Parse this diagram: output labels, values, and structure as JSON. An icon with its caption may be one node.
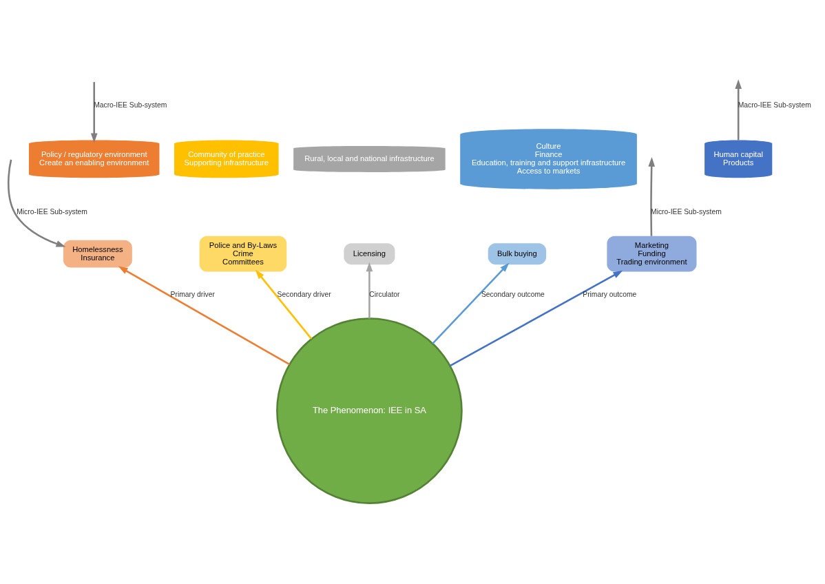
{
  "diagram": {
    "nodes": [
      {
        "text": [
          "The Phenomenon: IEE in SA"
        ]
      },
      {
        "text": [
          "Homelessness",
          "Insurance"
        ]
      },
      {
        "text": [
          "Police and By-Laws",
          "Crime",
          "Committees"
        ]
      },
      {
        "text": [
          "Licensing"
        ]
      },
      {
        "text": [
          "Bulk buying"
        ]
      },
      {
        "text": [
          "Marketing",
          "Funding",
          "Trading environment"
        ]
      },
      {
        "text": [
          "Policy / regulatory environment",
          "Create an enabling environment"
        ]
      },
      {
        "text": [
          "Community of practice",
          "Supporting infrastructure"
        ]
      },
      {
        "text": [
          "Rural, local and national infrastructure"
        ]
      },
      {
        "text": [
          "Culture",
          "Finance",
          "Education, training and support infrastructure",
          "Access to markets"
        ]
      },
      {
        "text": [
          "Human capital",
          "Products"
        ]
      }
    ],
    "edges": [
      {
        "from": 0,
        "to": 1,
        "arrow": "to",
        "label": "Primary driver",
        "color": "#ed7d31"
      },
      {
        "from": 0,
        "to": 2,
        "arrow": "to",
        "label": "Secondary driver",
        "color": "#ffc000"
      },
      {
        "from": 0,
        "to": 3,
        "arrow": "to",
        "label": "Circulator",
        "color": "#a5a5a5"
      },
      {
        "from": 0,
        "to": 4,
        "arrow": "to",
        "label": "Secondary outcome",
        "color": "#5b9bd5"
      },
      {
        "from": 0,
        "to": 5,
        "arrow": "to",
        "label": "Primary outcome",
        "color": "#4472c4"
      },
      {
        "from": null,
        "to": 6,
        "arrow": "to",
        "label": "Macro-IEE Sub-system",
        "color": "#7f7f7f"
      },
      {
        "from": null,
        "to": 1,
        "arrow": "to",
        "label": "Micro-IEE Sub-system",
        "color": "#7f7f7f"
      },
      {
        "from": 5,
        "to": null,
        "arrow": "to",
        "label": "Micro-IEE Sub-system",
        "color": "#7f7f7f"
      },
      {
        "from": 10,
        "to": null,
        "arrow": "to",
        "label": "Macro-IEE Sub-system",
        "color": "#7f7f7f"
      }
    ]
  }
}
